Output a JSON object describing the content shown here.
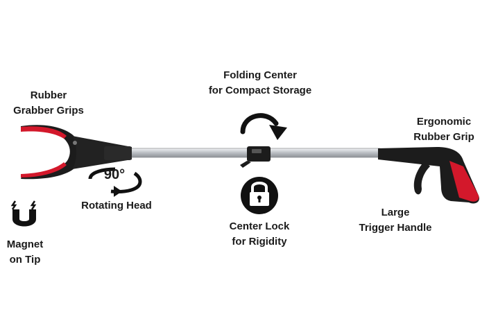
{
  "labels": {
    "grabber": {
      "line1": "Rubber",
      "line2": "Grabber Grips"
    },
    "folding": {
      "line1": "Folding Center",
      "line2": "for Compact Storage"
    },
    "ergonomic": {
      "line1": "Ergonomic",
      "line2": "Rubber Grip"
    },
    "rotating": {
      "degrees": "90°",
      "text": "Rotating Head"
    },
    "center_lock": {
      "line1": "Center Lock",
      "line2": "for Rigidity"
    },
    "trigger": {
      "line1": "Large",
      "line2": "Trigger Handle"
    },
    "magnet": {
      "line1": "Magnet",
      "line2": "on Tip"
    }
  },
  "colors": {
    "accent_red": "#d3182b",
    "body_black": "#1c1c1c",
    "shaft_silver": "#c9ccd0"
  },
  "icons": [
    "magnet-icon",
    "lock-icon",
    "rotate-arrow-icon",
    "curved-arrow-icon"
  ]
}
